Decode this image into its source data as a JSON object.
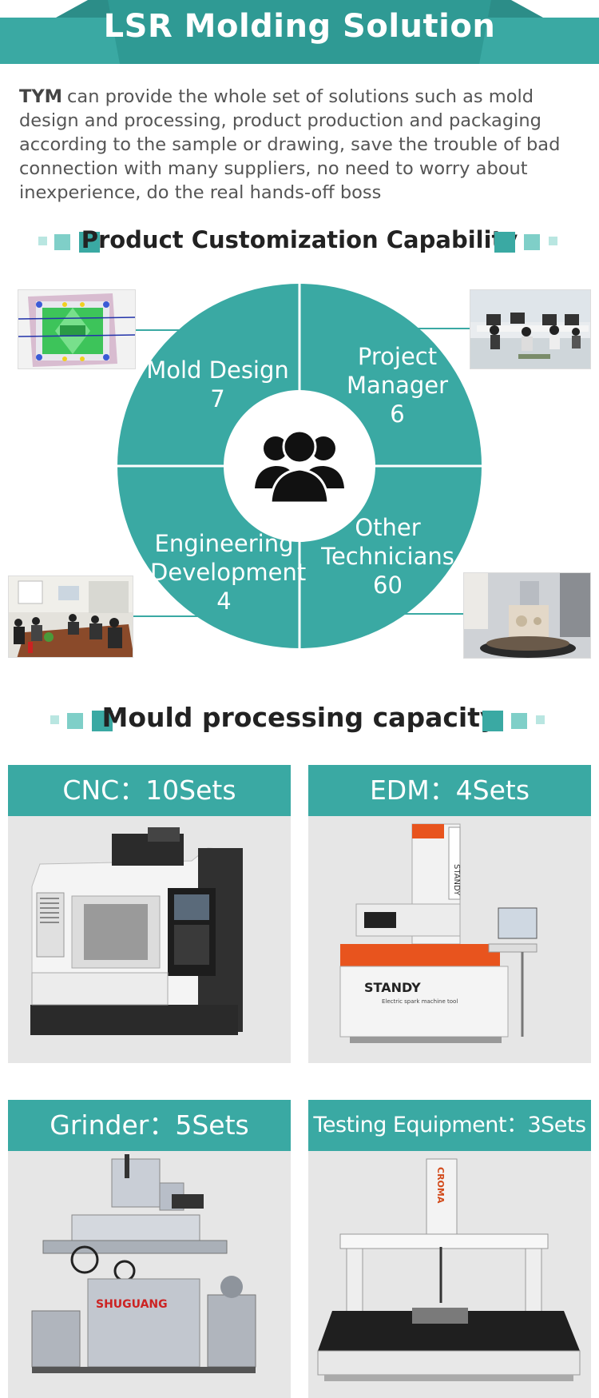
{
  "banner": {
    "title": "LSR Molding Solution"
  },
  "intro": {
    "brand": "TYM",
    "text": "can provide the whole set of solutions such as mold design and processing, product production and packaging according to the sample or drawing, save the trouble of bad connection with many suppliers, no need to worry about inexperience, do the real hands-off boss"
  },
  "customization": {
    "title": "Product Customization Capability",
    "quadrants": [
      {
        "line1": "Mold Design",
        "line2": "",
        "count": "7"
      },
      {
        "line1": "Project",
        "line2": "Manager",
        "count": "6"
      },
      {
        "line1": "Engineering",
        "line2": "Development",
        "count": "4"
      },
      {
        "line1": "Other",
        "line2": "Technicians",
        "count": "60"
      }
    ],
    "center_icon": "team-people-icon"
  },
  "capacity": {
    "title": "Mould processing capacity",
    "cards": [
      {
        "label": "CNC：10Sets",
        "machine": "cnc-machining-center"
      },
      {
        "label": "EDM：4Sets",
        "machine": "edm-machine"
      },
      {
        "label": "Grinder：5Sets",
        "machine": "surface-grinder"
      },
      {
        "label": "Testing Equipment：3Sets",
        "machine": "cmm-testing-machine"
      }
    ],
    "edm_brand": "STANDY",
    "edm_caption": "Electric spark machine tool",
    "grinder_brand": "SHUGUANG",
    "cmm_brand": "CROMA"
  },
  "colors": {
    "accent": "#3aa9a3",
    "accent_light": "#7fcfc8",
    "accent_pale": "#b9e6e1",
    "card_bg": "#e6e6e6"
  }
}
